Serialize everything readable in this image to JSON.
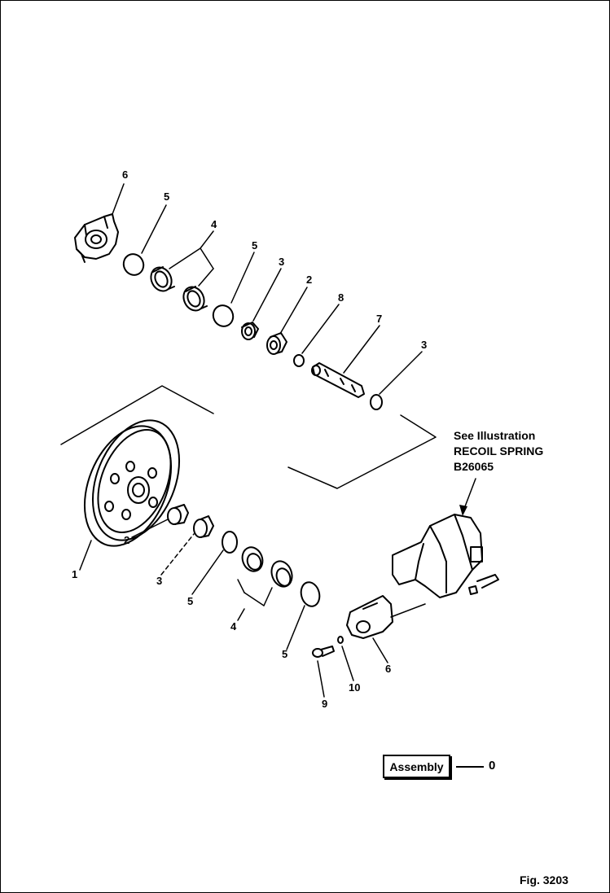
{
  "labels": {
    "top_6": "6",
    "top_5a": "5",
    "top_4": "4",
    "top_5b": "5",
    "top_3": "3",
    "top_2": "2",
    "top_8": "8",
    "top_7": "7",
    "top_3b": "3",
    "bot_1": "1",
    "bot_2": "2",
    "bot_3": "3",
    "bot_5a": "5",
    "bot_4": "4",
    "bot_5b": "5",
    "bot_9": "9",
    "bot_10": "10",
    "bot_6": "6"
  },
  "note": {
    "line1": "See Illustration",
    "line2": "RECOIL SPRING",
    "line3": "B26065"
  },
  "assembly": {
    "label": "Assembly",
    "value": "0"
  },
  "figure": "Fig. 3203"
}
